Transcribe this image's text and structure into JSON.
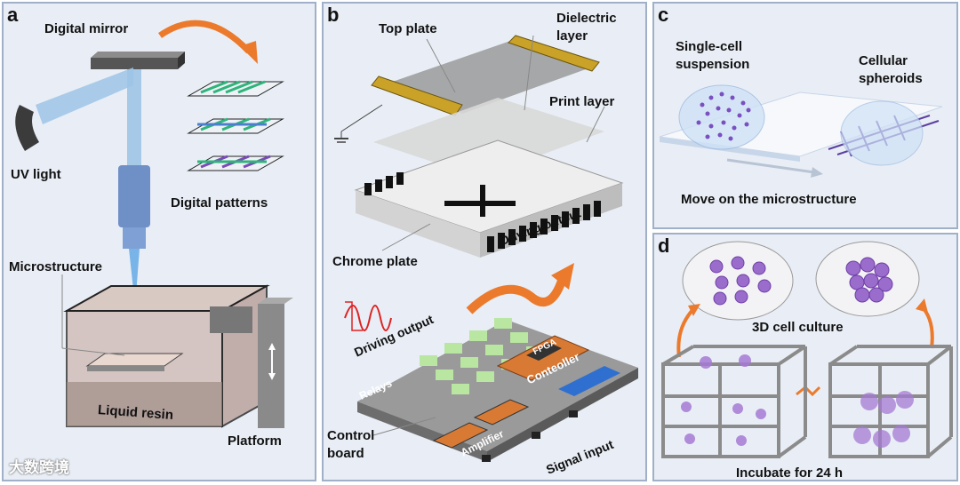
{
  "panel_a": {
    "letter": "a",
    "digital_mirror": "Digital mirror",
    "uv_light": "UV light",
    "digital_patterns": "Digital patterns",
    "microstructure": "Microstructure",
    "liquid_resin": "Liquid resin",
    "platform": "Platform"
  },
  "panel_b": {
    "letter": "b",
    "top_plate": "Top plate",
    "dielectric_layer_line1": "Dielectric",
    "dielectric_layer_line2": "layer",
    "print_layer": "Print layer",
    "chrome_plate": "Chrome plate",
    "driving_output_top": "Driving output",
    "driving_output_board": "Driving output",
    "relays": "Relays",
    "fpga": "FPGA",
    "controller": "Conteoller",
    "amplifier": "Amplifier",
    "control_board_line1": "Control",
    "control_board_line2": "board",
    "signal_input": "Signal input"
  },
  "panel_c": {
    "letter": "c",
    "single_cell_line1": "Single-cell",
    "single_cell_line2": "suspension",
    "spheroids_line1": "Cellular",
    "spheroids_line2": "spheroids",
    "move_caption": "Move on the microstructure"
  },
  "panel_d": {
    "letter": "d",
    "culture_label": "3D cell culture",
    "incubate_caption": "Incubate for 24 h"
  },
  "watermark": "大数跨境",
  "colors": {
    "panel_bg": "#e9eef6",
    "panel_border": "#9fb0c8",
    "arrow_orange": "#ec7a2c",
    "beam_blue": "#8fbde8",
    "gold": "#c9a227",
    "cell_purple": "#8a5bc4"
  }
}
